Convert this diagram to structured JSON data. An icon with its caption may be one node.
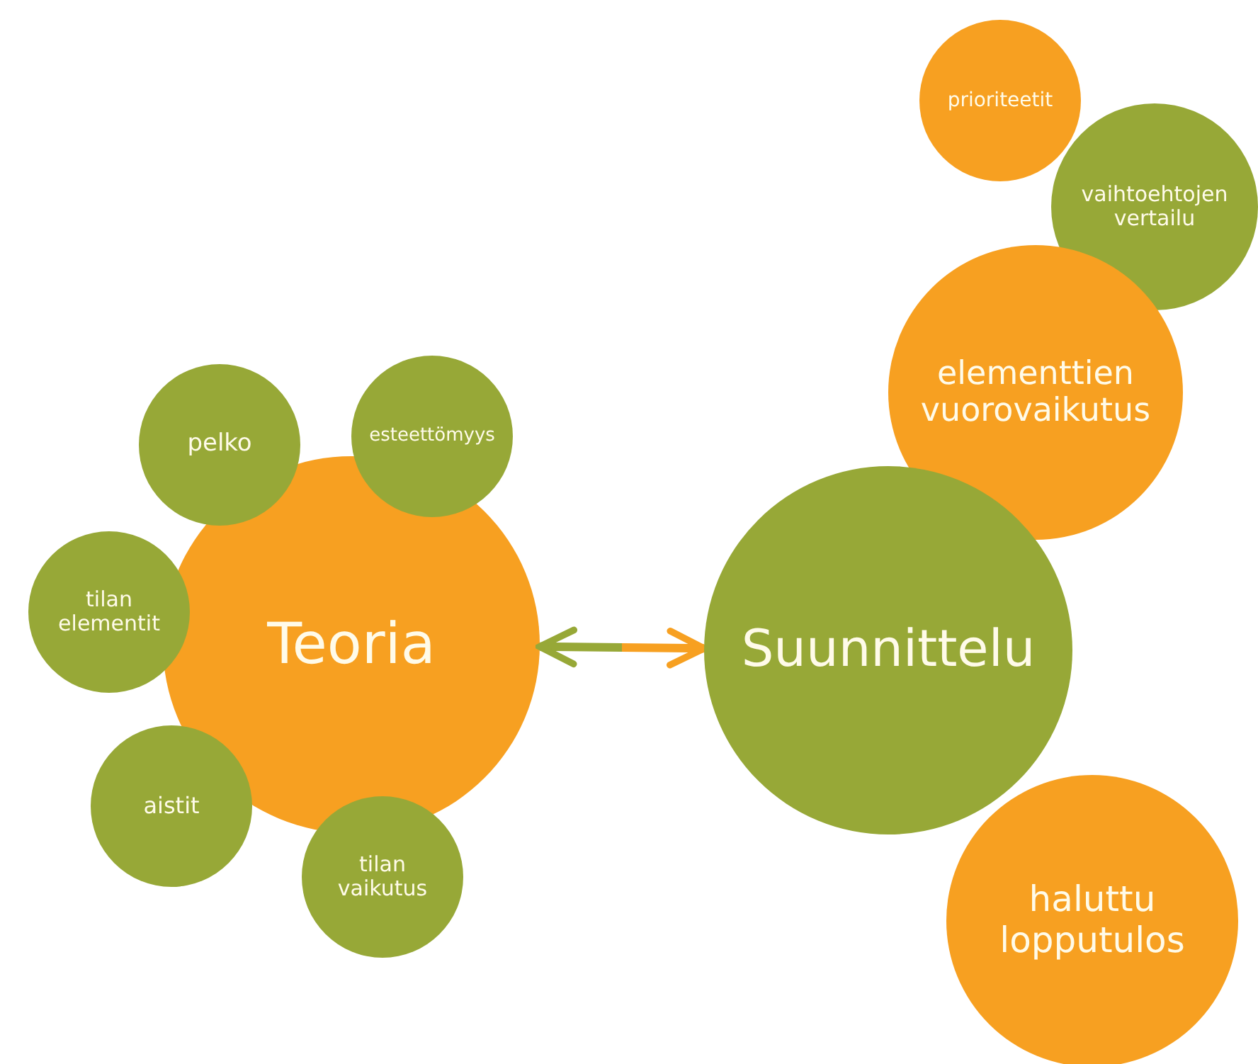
{
  "diagram": {
    "nodes": [
      {
        "text": [
          "Teoria"
        ]
      },
      {
        "text": [
          "pelko"
        ]
      },
      {
        "text": [
          "esteettömyys"
        ]
      },
      {
        "text": [
          "tilan elementit"
        ]
      },
      {
        "text": [
          "aistit"
        ]
      },
      {
        "text": [
          "tilan vaikutus"
        ]
      },
      {
        "text": [
          "Suunnittelu"
        ]
      },
      {
        "text": [
          "prioriteetit"
        ]
      },
      {
        "text": [
          "vaihtoehtojen vertailu"
        ]
      },
      {
        "text": [
          "elementtien vuorovaikutus"
        ]
      },
      {
        "text": [
          "haluttu lopputulos"
        ]
      }
    ],
    "edges": [
      {
        "from": 0,
        "to": 6,
        "arrow": "both"
      }
    ]
  }
}
